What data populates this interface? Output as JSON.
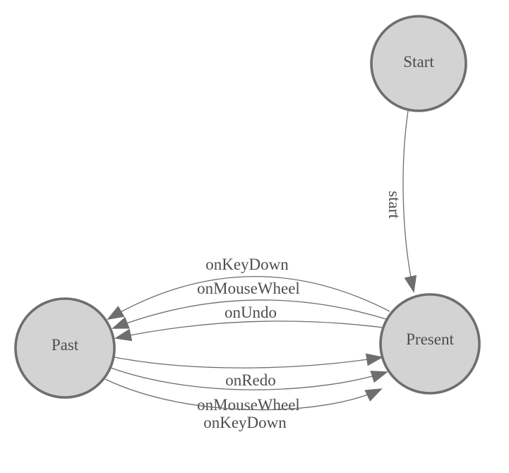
{
  "diagram": {
    "kind": "finite-state-machine",
    "background": "white"
  },
  "nodes": [
    {
      "id": "start",
      "label": "Start"
    },
    {
      "id": "past",
      "label": "Past"
    },
    {
      "id": "present",
      "label": "Present"
    }
  ],
  "edges": [
    {
      "id": "start-to-present",
      "from": "start",
      "to": "present",
      "label": "start"
    },
    {
      "id": "present-to-past-keydown",
      "from": "present",
      "to": "past",
      "label": "onKeyDown"
    },
    {
      "id": "present-to-past-mousewheel",
      "from": "present",
      "to": "past",
      "label": "onMouseWheel"
    },
    {
      "id": "present-to-past-undo",
      "from": "present",
      "to": "past",
      "label": "onUndo"
    },
    {
      "id": "past-to-present-redo",
      "from": "past",
      "to": "present",
      "label": "onRedo"
    },
    {
      "id": "past-to-present-mousewheel",
      "from": "past",
      "to": "present",
      "label": "onMouseWheel"
    },
    {
      "id": "past-to-present-keydown",
      "from": "past",
      "to": "present",
      "label": "onKeyDown"
    }
  ],
  "colors": {
    "background": "#ffffff",
    "node_fill": "#d3d3d3",
    "node_stroke": "#6e6e6e",
    "edge_stroke": "#6e6e6e",
    "arrow_fill": "#6e6e6e",
    "label_text": "#4d4d4d"
  }
}
